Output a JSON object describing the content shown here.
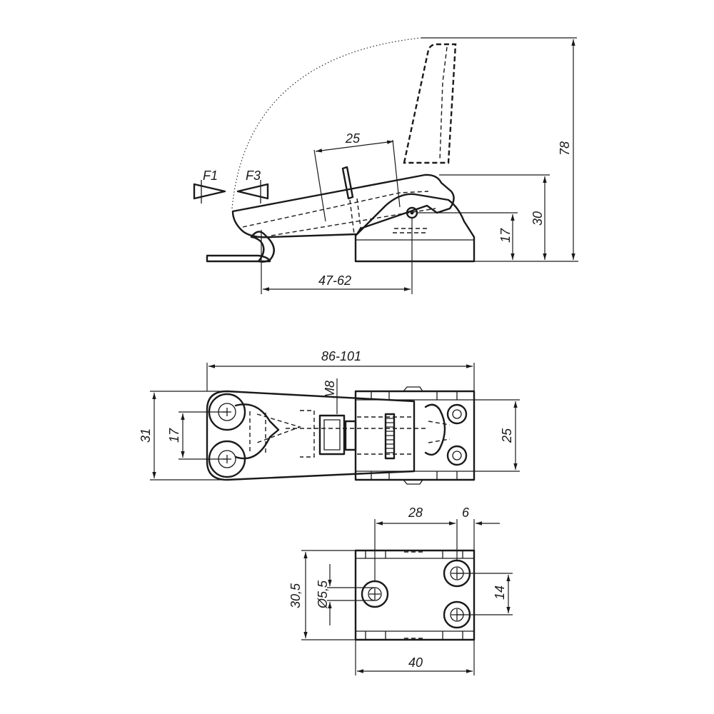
{
  "side_view": {
    "force_labels": [
      "F1",
      "F3"
    ],
    "dims": {
      "top_span": "25",
      "travel": "47-62",
      "pivot_height": "17",
      "body_height": "30",
      "open_height": "78"
    }
  },
  "top_view": {
    "dims": {
      "overall_length": "86-101",
      "thread": "M8",
      "width_outer": "31",
      "hole_spacing_left": "17",
      "base_width": "25"
    }
  },
  "base_view": {
    "dims": {
      "hole_x": "28",
      "hole_offset": "6",
      "height": "30,5",
      "hole_diameter": "Ø5,5",
      "hole_pitch": "14",
      "width": "40"
    }
  }
}
